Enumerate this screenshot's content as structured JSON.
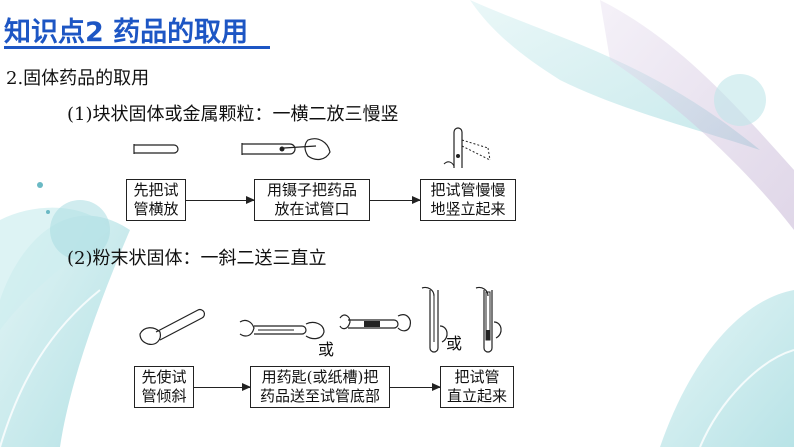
{
  "title": "知识点2 药品的取用",
  "section": "2.固体药品的取用",
  "part1": {
    "heading": "(1)块状固体或金属颗粒：一横二放三慢竖",
    "steps": [
      "先把试管横放",
      "用镊子把药品放在试管口",
      "把试管慢慢地竖立起来"
    ],
    "step_lines": [
      [
        "先把试",
        "管横放"
      ],
      [
        "用镊子把药品",
        "放在试管口"
      ],
      [
        "把试管慢慢",
        "地竖立起来"
      ]
    ]
  },
  "part2": {
    "heading": "(2)粉末状固体：一斜二送三直立",
    "step_lines": [
      [
        "先使试",
        "管倾斜"
      ],
      [
        "用药匙(或纸槽)把",
        "药品送至试管底部"
      ],
      [
        "把试管",
        "直立起来"
      ]
    ],
    "or_label": "或"
  },
  "colors": {
    "title": "#1d56c4",
    "feather": "#8fd3d8",
    "accent": "#7a4a9a"
  },
  "icons": [
    "test-tube-icon",
    "tweezers-hand-icon",
    "tube-upright-icon",
    "spoon-hand-icon",
    "paper-trough-icon"
  ]
}
